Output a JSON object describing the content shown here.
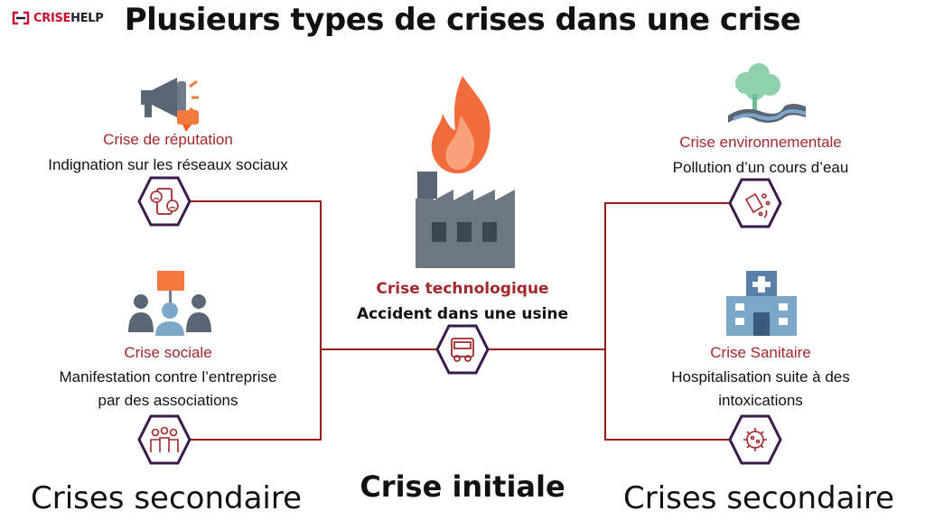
{
  "header": {
    "logo_part1": "CRISE",
    "logo_part2": "HELP",
    "title": "Plusieurs types de crises dans une crise"
  },
  "center": {
    "title": "Crise technologique",
    "description": "Accident dans une usine",
    "caption": "Crise initiale"
  },
  "left": {
    "items": [
      {
        "title": "Crise de réputation",
        "description_line1": "Indignation sur les réseaux sociaux",
        "description_line2": ""
      },
      {
        "title": "Crise sociale",
        "description_line1": "Manifestation contre l’entreprise",
        "description_line2": "par des associations"
      }
    ],
    "caption": "Crises secondaire"
  },
  "right": {
    "items": [
      {
        "title": "Crise environnementale",
        "description_line1": "Pollution d’un cours d’eau",
        "description_line2": ""
      },
      {
        "title": "Crise Sanitaire",
        "description_line1": "Hospitalisation suite à des",
        "description_line2": "intoxications"
      }
    ],
    "caption": "Crises secondaire"
  },
  "colors": {
    "accent_red": "#a3282b",
    "hexagon_border": "#3a1a4a",
    "connector": "#9b1b1b",
    "flame_outer": "#f26b3a",
    "flame_inner": "#f7a27a",
    "factory_gray": "#6e7683",
    "building_blue": "#5a7fa8"
  },
  "icons": {
    "reputation": "megaphone-thumbs-down-icon",
    "social": "protest-group-icon",
    "technological": "factory-fire-icon",
    "environmental": "polluted-river-icon",
    "sanitary": "hospital-icon"
  }
}
